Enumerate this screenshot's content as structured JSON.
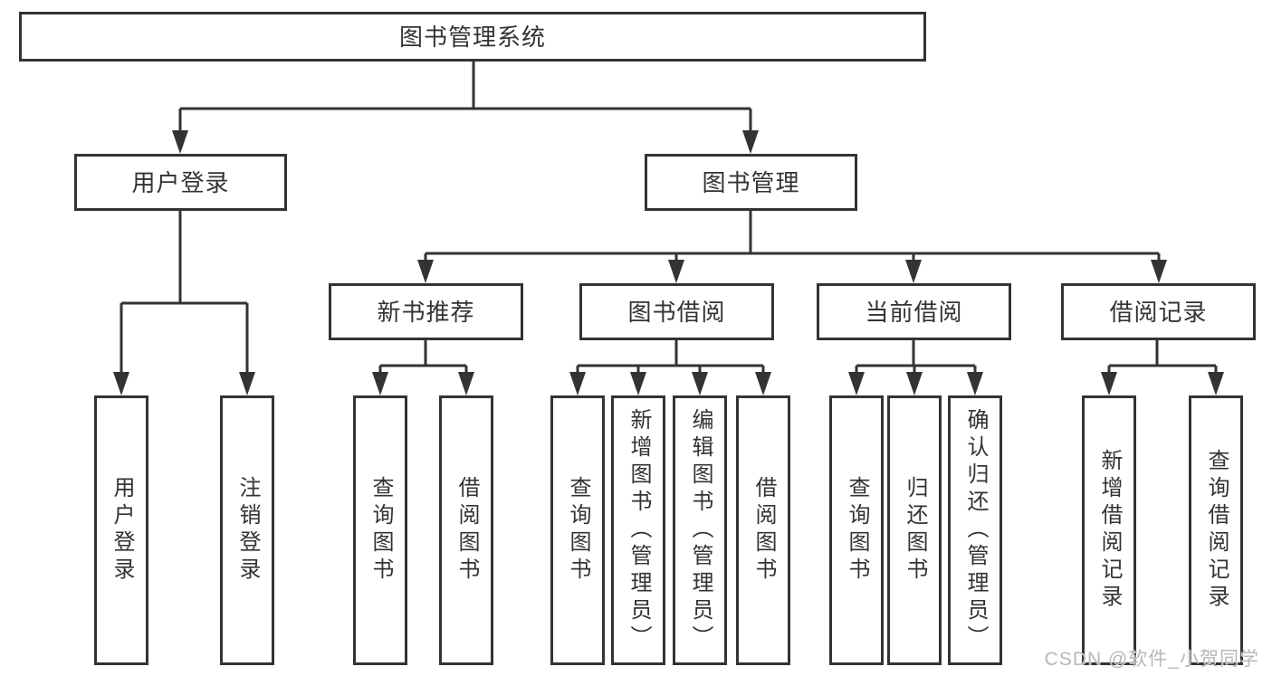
{
  "tree": {
    "label": "图书管理系统",
    "children": [
      {
        "label": "用户登录",
        "children": [
          {
            "label": "用户登录"
          },
          {
            "label": "注销登录"
          }
        ]
      },
      {
        "label": "图书管理",
        "children": [
          {
            "label": "新书推荐",
            "children": [
              {
                "label": "查询图书"
              },
              {
                "label": "借阅图书"
              }
            ]
          },
          {
            "label": "图书借阅",
            "children": [
              {
                "label": "查询图书"
              },
              {
                "label": "新增图书（管理员）"
              },
              {
                "label": "编辑图书（管理员）"
              },
              {
                "label": "借阅图书"
              }
            ]
          },
          {
            "label": "当前借阅",
            "children": [
              {
                "label": "查询图书"
              },
              {
                "label": "归还图书"
              },
              {
                "label": "确认归还（管理员）"
              }
            ]
          },
          {
            "label": "借阅记录",
            "children": [
              {
                "label": "新增借阅记录"
              },
              {
                "label": "查询借阅记录"
              }
            ]
          }
        ]
      }
    ]
  },
  "watermark": "CSDN @软件_小贺同学",
  "colors": {
    "line": "#333333",
    "text": "#333333",
    "watermark": "#b8b8b8",
    "background": "#ffffff"
  }
}
